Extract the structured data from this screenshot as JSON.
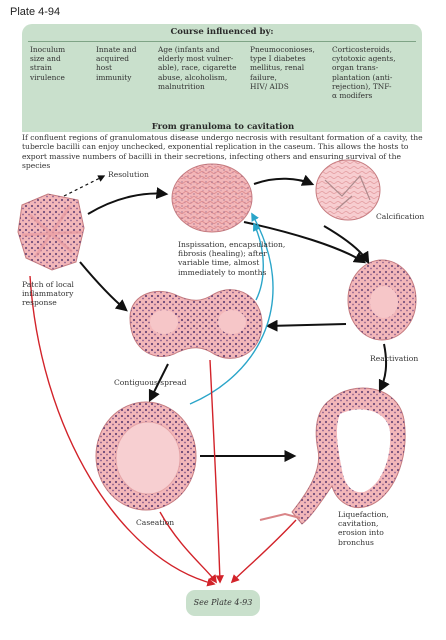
{
  "plate_label": "Plate 4-94",
  "course_header": "Course influenced by:",
  "course_columns": [
    "Inoculum\nsize and\nstrain\nvirulence",
    "Innate and\nacquired\nhost\nimmunity",
    "Age (infants and\nelderly most vulner-\nable), race, cigarette\nabuse, alcoholism,\nmalnutrition",
    "Pneumoconioses,\ntype I diabetes\nmellitus, renal\nfailure,\nHIV/ AIDS",
    "Corticosteroids,\ncytotoxic agents,\norgan trans-\nplantation (anti-\nrejection), TNF-\nα modifers"
  ],
  "section_title": "From granuloma to cavitation",
  "intro_text": "If confluent regions of granulomatous disease undergo necrosis with resultant formation of a cavity, the tubercle bacilli can enjoy unchecked, exponential replication in the caseum. This allows the hosts to export massive numbers of bacilli in their secretions, infecting others and ensuring survival of the species",
  "labels": {
    "resolution": "Resolution",
    "inspissation": "Inspissation, encapsulation,\nfibrosis (healing); after\nvariable time, almost\nimmediately to months",
    "calcification": "Calcification",
    "patch": "Patch of local\ninflammatory\nresponse",
    "reactivation": "Reactivation",
    "contiguous": "Contiguous spread",
    "caseation": "Caseation",
    "liquefaction": "Liquefaction,\ncavitation,\nerosion into\nbronchus"
  },
  "see_plate": "See Plate 4-93",
  "colors": {
    "panel": "#c9e0cc",
    "tissue": "#f3b7b9",
    "nuclei": "#5a3a6e",
    "arrow_black": "#111111",
    "arrow_red": "#d2232a",
    "arrow_blue": "#2aa5c9"
  }
}
